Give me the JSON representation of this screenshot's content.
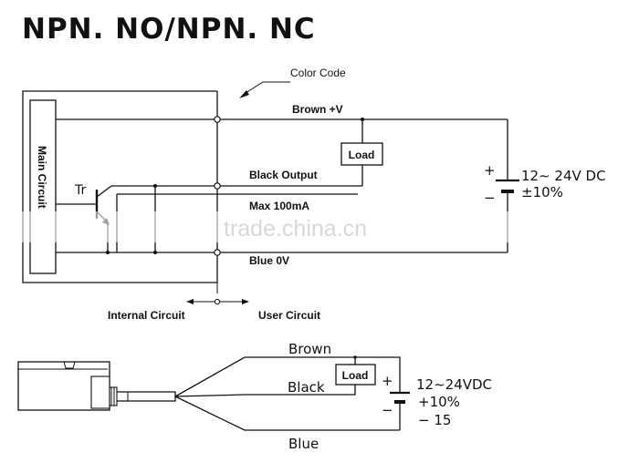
{
  "title": "NPN. NO/NPN. NC",
  "color_code_label": "Color Code",
  "main_circuit_label": "Main Circuit",
  "transistor_label": "Tr",
  "brown_label": "Brown +V",
  "black_label": "Black  Output",
  "max_label": "Max  100mA",
  "blue_label": "Blue  0V",
  "load_label": "Load",
  "battery_plus": "+",
  "battery_minus": "−",
  "voltage_line1": "12∼ 24V DC",
  "voltage_line2": "±10%",
  "internal_circuit_label": "Internal Circuit",
  "user_circuit_label": "User Circuit",
  "watermark": "trade.china.cn",
  "bottom": {
    "brown": "Brown",
    "black": "Black",
    "blue": "Blue",
    "load": "Load",
    "plus": "+",
    "minus": "−",
    "voltage_line1": "12∼24VDC",
    "voltage_line2": "+10%",
    "voltage_line3": "− 15"
  }
}
